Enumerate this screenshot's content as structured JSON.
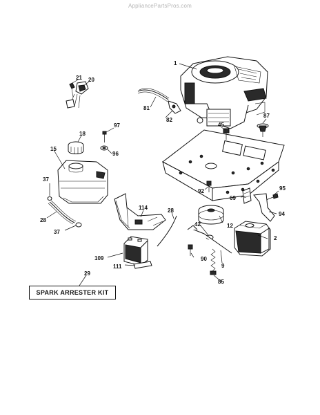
{
  "watermark": "AppliancePartsPros.com",
  "kit_label": "SPARK ARRESTER KIT",
  "callouts": {
    "c1": "1",
    "c2": "2",
    "c9": "9",
    "c12": "12",
    "c15": "15",
    "c18": "18",
    "c20": "20",
    "c21": "21",
    "c28a": "28",
    "c28b": "28",
    "c29": "29",
    "c37a": "37",
    "c37b": "37",
    "c42": "42",
    "c45": "45",
    "c69": "69",
    "c81": "81",
    "c82": "82",
    "c85": "85",
    "c87": "87",
    "c90": "90",
    "c92": "92",
    "c94": "94",
    "c95": "95",
    "c96": "96",
    "c97": "97",
    "c109": "109",
    "c111": "111",
    "c114": "114"
  }
}
